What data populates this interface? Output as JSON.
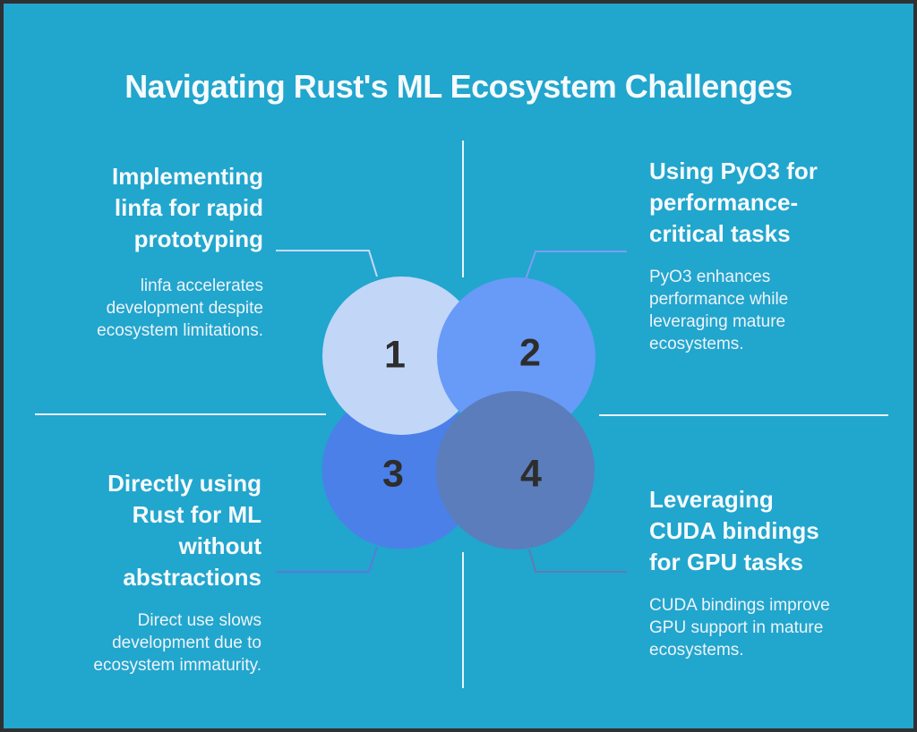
{
  "title": "Navigating Rust's ML Ecosystem Challenges",
  "colors": {
    "background": "#21a6ce",
    "border": "#2e3033",
    "divider": "#e9f3f9",
    "number_text": "#2d2d2d",
    "heading_text": "#f7fafc",
    "body_text": "#eef3f8"
  },
  "circles": [
    {
      "number": "1",
      "color": "#c2d6f8",
      "connector_color": "#c6d9f7"
    },
    {
      "number": "2",
      "color": "#689af7",
      "connector_color": "#7d9cf5"
    },
    {
      "number": "3",
      "color": "#4b80e8",
      "connector_color": "#5c7ad9"
    },
    {
      "number": "4",
      "color": "#5b7dbb",
      "connector_color": "#5e7cb0"
    }
  ],
  "sections": [
    {
      "position": "top-left",
      "heading_lines": [
        "Implementing",
        "linfa for rapid",
        "prototyping"
      ],
      "body_lines": [
        "linfa accelerates",
        "development despite",
        "ecosystem limitations."
      ]
    },
    {
      "position": "top-right",
      "heading_lines": [
        "Using PyO3 for",
        "performance-",
        "critical tasks"
      ],
      "body_lines": [
        "PyO3 enhances",
        "performance while",
        "leveraging mature",
        "ecosystems."
      ]
    },
    {
      "position": "bottom-left",
      "heading_lines": [
        "Directly using",
        "Rust for ML",
        "without",
        "abstractions"
      ],
      "body_lines": [
        "Direct use slows",
        "development due to",
        "ecosystem immaturity."
      ]
    },
    {
      "position": "bottom-right",
      "heading_lines": [
        "Leveraging",
        "CUDA bindings",
        "for GPU tasks"
      ],
      "body_lines": [
        "CUDA bindings improve",
        "GPU support in mature",
        "ecosystems."
      ]
    }
  ]
}
